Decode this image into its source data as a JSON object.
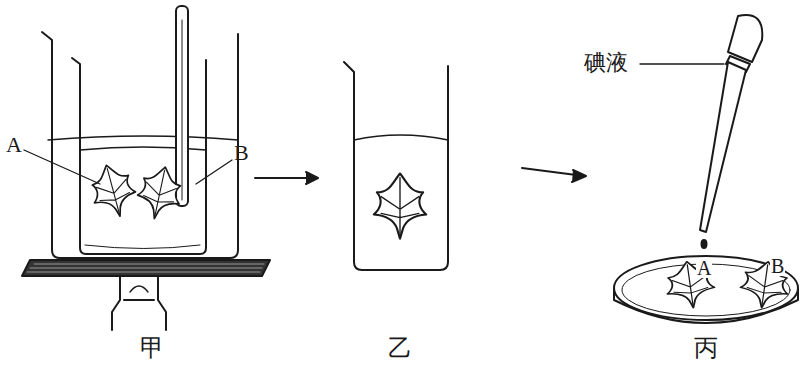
{
  "diagram": {
    "labels": [
      "A",
      "B",
      "碘液",
      "A",
      "B",
      "甲",
      "乙",
      "丙"
    ]
  }
}
